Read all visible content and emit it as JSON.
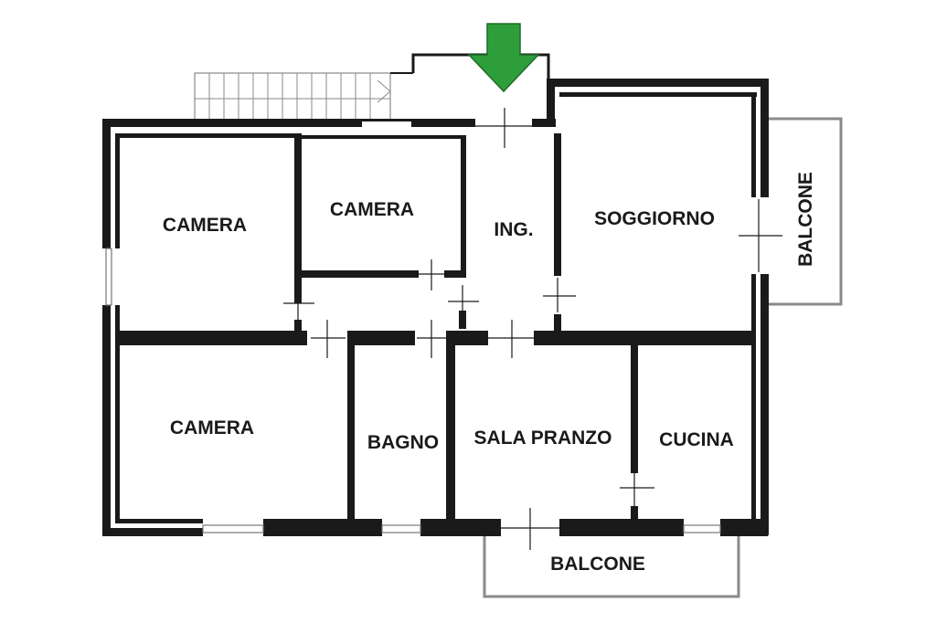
{
  "rooms": {
    "camera_top_left": "CAMERA",
    "camera_top_middle": "CAMERA",
    "ingresso": "ING.",
    "soggiorno": "SOGGIORNO",
    "balcone_right": "BALCONE",
    "camera_bottom_left": "CAMERA",
    "bagno": "BAGNO",
    "sala_pranzo": "SALA PRANZO",
    "cucina": "CUCINA",
    "balcone_bottom": "BALCONE"
  },
  "colors": {
    "wall": "#1a1a1a",
    "balcony_outline": "#8a8a8a",
    "entrance_arrow": "#2e9e3a",
    "entrance_arrow_stroke": "#1d6b27"
  },
  "icons": {
    "entrance": "entrance-arrow-icon",
    "stairs": "stairs-icon",
    "door_swing": "door-swing-icon"
  }
}
